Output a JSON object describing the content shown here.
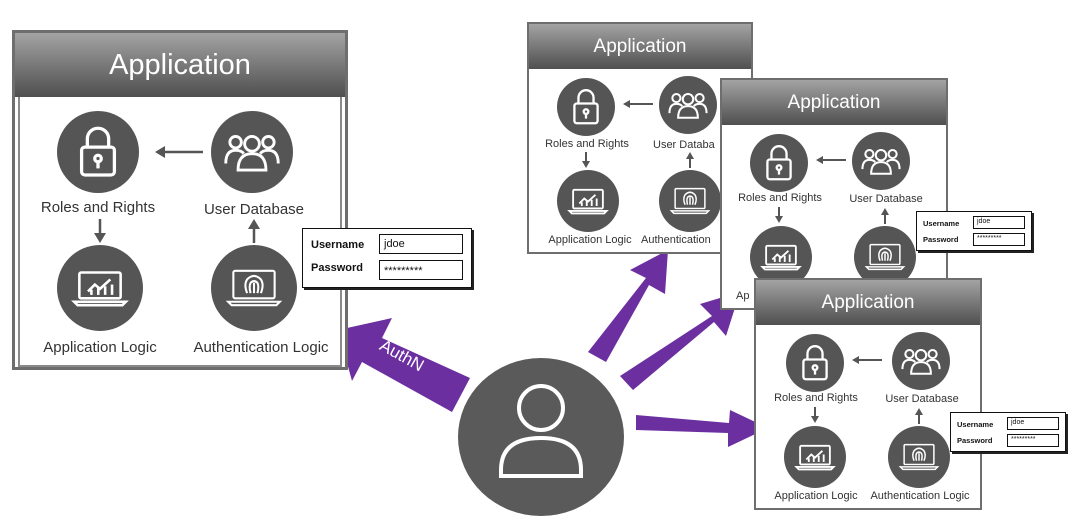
{
  "colors": {
    "arrow": "#6b2fa0",
    "node": "#555555",
    "header_dark": "#4f4f4f",
    "header_light": "#a3a3a3"
  },
  "app": {
    "title": "Application",
    "nodes": {
      "roles": {
        "label": "Roles and Rights",
        "icon": "padlock-icon"
      },
      "users": {
        "label": "User Database",
        "icon": "user-group-icon"
      },
      "logic": {
        "label": "Application Logic",
        "icon": "laptop-chart-icon"
      },
      "auth": {
        "label": "Authentication Logic",
        "icon": "fingerprint-laptop-icon"
      }
    },
    "back_auth_label": "Authentication",
    "back_users_label": "User Databa",
    "back_logic_label_partial": "Ap"
  },
  "login": {
    "username_label": "Username",
    "username_value": "jdoe",
    "password_label": "Password",
    "password_value": "*********"
  },
  "arrows": {
    "authn_label": "AuthN"
  },
  "user": {
    "icon": "user-icon"
  }
}
